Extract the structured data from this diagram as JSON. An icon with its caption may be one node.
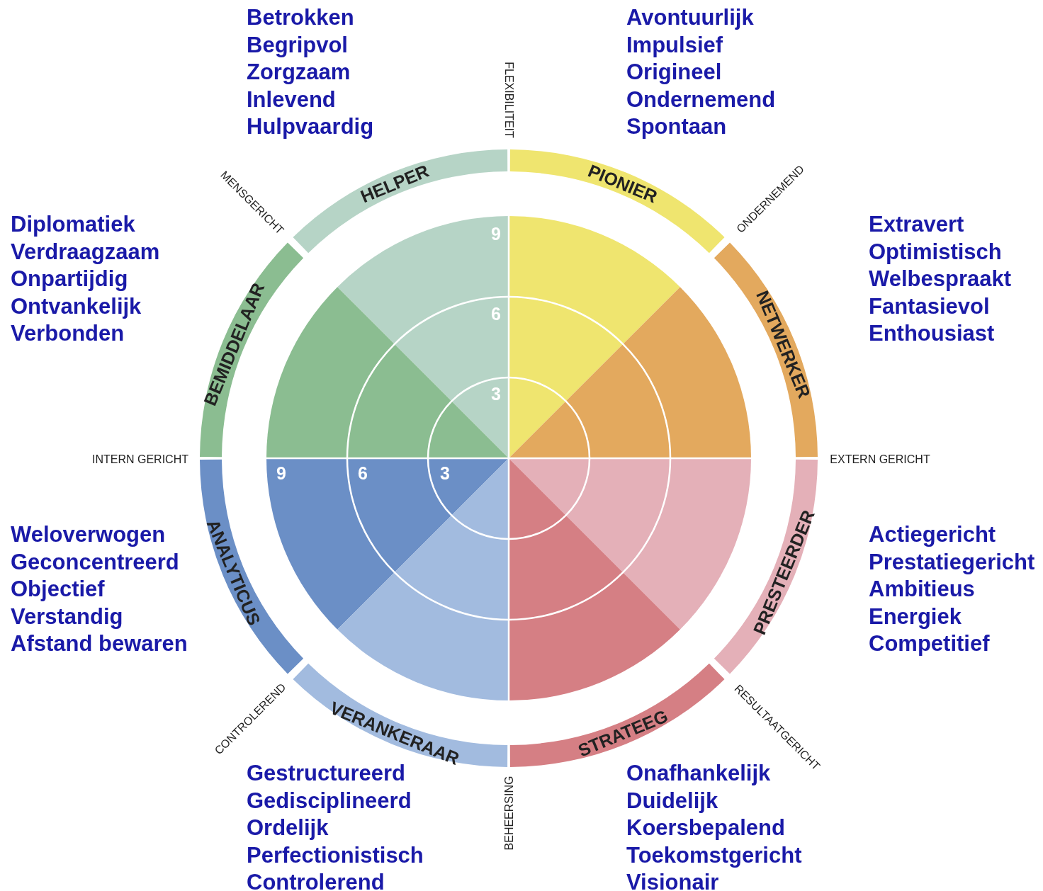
{
  "diagram": {
    "nodes": [
      {
        "text": [
          "HELPER"
        ],
        "beside": [
          "Betrokken",
          "Begripvol",
          "Zorgzaam",
          "Inlevend",
          "Hulpvaardig"
        ]
      },
      {
        "text": [
          "PIONIER"
        ],
        "beside": [
          "Avontuurlijk",
          "Impulsief",
          "Origineel",
          "Ondernemend",
          "Spontaan"
        ]
      },
      {
        "text": [
          "BEMIDDELAAR"
        ],
        "beside": [
          "Diplomatiek",
          "Verdraagzaam",
          "Onpartijdig",
          "Ontvankelijk",
          "Verbonden"
        ]
      },
      {
        "text": [
          "NETWERKER"
        ],
        "beside": [
          "Extravert",
          "Optimistisch",
          "Welbespraakt",
          "Fantasievol",
          "Enthousiast"
        ]
      },
      {
        "text": [
          "ANALYTICUS"
        ],
        "beside": [
          "Weloverwogen",
          "Geconcentreerd",
          "Objectief",
          "Verstandig",
          "Afstand bewaren"
        ]
      },
      {
        "text": [
          "PRESTEERDER"
        ],
        "beside": [
          "Actiegericht",
          "Prestatiegericht",
          "Ambitieus",
          "Energiek",
          "Competitief"
        ]
      },
      {
        "text": [
          "VERANKERAAR"
        ],
        "beside": [
          "Gestructureerd",
          "Gedisciplineerd",
          "Ordelijk",
          "Perfectionistisch",
          "Controlerend"
        ]
      },
      {
        "text": [
          "STRATEEG"
        ],
        "beside": [
          "Onafhankelijk",
          "Duidelijk",
          "Koersbepalend",
          "Toekomstgericht",
          "Visionair"
        ]
      }
    ],
    "edges": [],
    "labels": [
      "FLEXIBILITEIT",
      "MENSGERICHT",
      "ONDERNEMEND",
      "9",
      "6",
      "3",
      "INTERN GERICHT",
      "9",
      "6",
      "3",
      "EXTERN GERICHT",
      "CONTROLEREND",
      "RESULTAATGERICHT",
      "BEHEERSING"
    ]
  }
}
